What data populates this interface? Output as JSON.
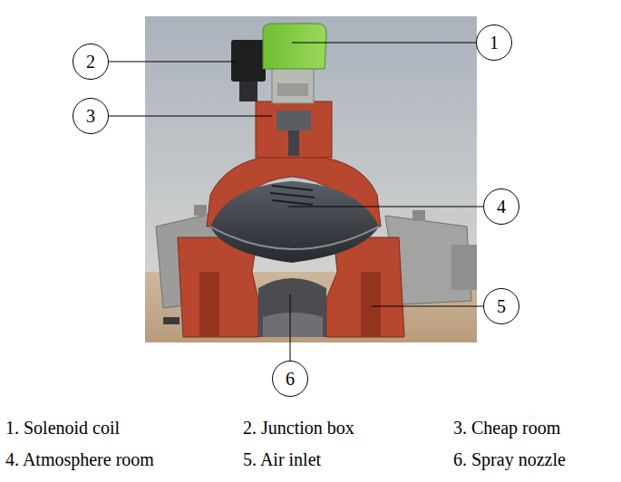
{
  "diagram": {
    "nodes": [
      {
        "text": [
          "1"
        ]
      },
      {
        "text": [
          "2"
        ]
      },
      {
        "text": [
          "3"
        ]
      },
      {
        "text": [
          "4"
        ]
      },
      {
        "text": [
          "5"
        ]
      },
      {
        "text": [
          "6"
        ]
      }
    ],
    "labels": [
      "1. Solenoid coil",
      "2. Junction box",
      "3. Cheap room",
      "4. Atmosphere room",
      "5. Air inlet",
      "6. Spray nozzle"
    ]
  }
}
